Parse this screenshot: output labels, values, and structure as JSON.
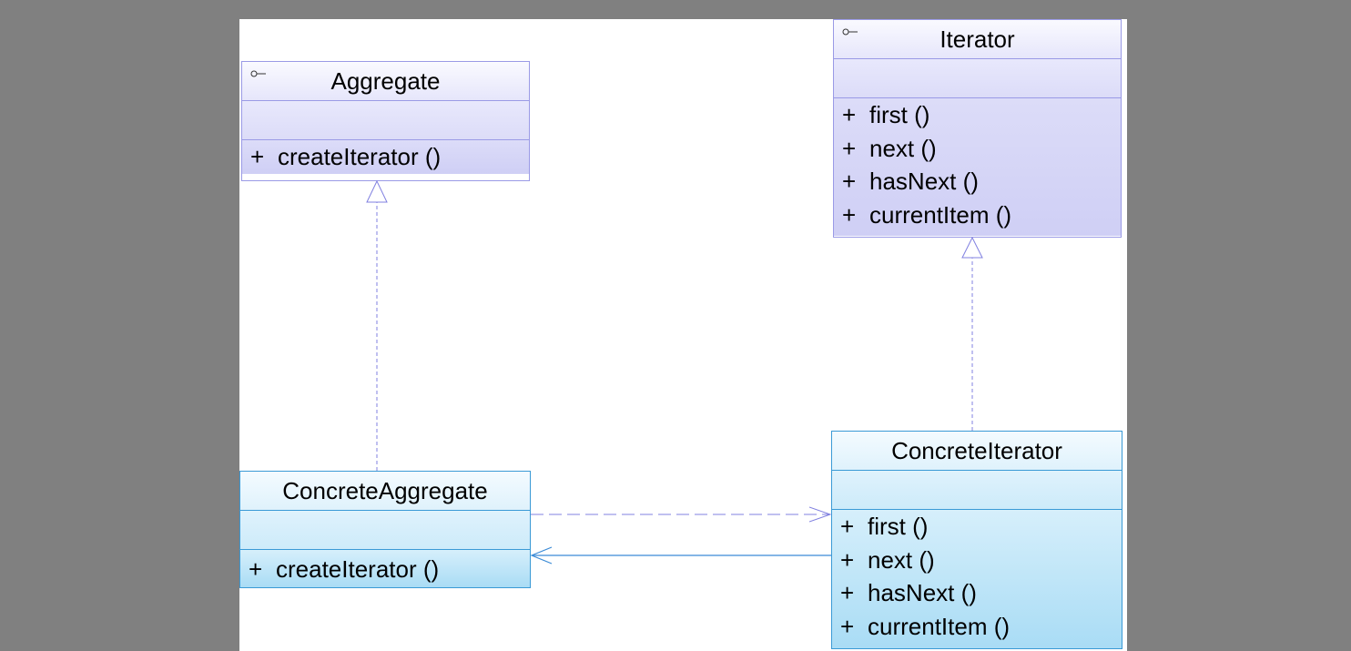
{
  "classes": {
    "aggregate": {
      "name": "Aggregate",
      "ops": [
        {
          "vis": "+",
          "label": "createIterator ()"
        }
      ]
    },
    "iterator": {
      "name": "Iterator",
      "ops": [
        {
          "vis": "+",
          "label": "first ()"
        },
        {
          "vis": "+",
          "label": "next ()"
        },
        {
          "vis": "+",
          "label": "hasNext ()"
        },
        {
          "vis": "+",
          "label": "currentItem ()"
        }
      ]
    },
    "concrete_aggregate": {
      "name": "ConcreteAggregate",
      "ops": [
        {
          "vis": "+",
          "label": "createIterator ()"
        }
      ]
    },
    "concrete_iterator": {
      "name": "ConcreteIterator",
      "ops": [
        {
          "vis": "+",
          "label": "first ()"
        },
        {
          "vis": "+",
          "label": "next ()"
        },
        {
          "vis": "+",
          "label": "hasNext ()"
        },
        {
          "vis": "+",
          "label": "currentItem ()"
        }
      ]
    }
  },
  "relationships": [
    {
      "type": "realization",
      "from": "ConcreteAggregate",
      "to": "Aggregate"
    },
    {
      "type": "realization",
      "from": "ConcreteIterator",
      "to": "Iterator"
    },
    {
      "type": "dependency",
      "from": "ConcreteAggregate",
      "to": "ConcreteIterator"
    },
    {
      "type": "association",
      "from": "ConcreteIterator",
      "to": "ConcreteAggregate"
    }
  ],
  "colors": {
    "interface_border": "#9a9ae6",
    "concrete_border": "#3a9ad6",
    "background": "#808080",
    "canvas": "#ffffff"
  }
}
